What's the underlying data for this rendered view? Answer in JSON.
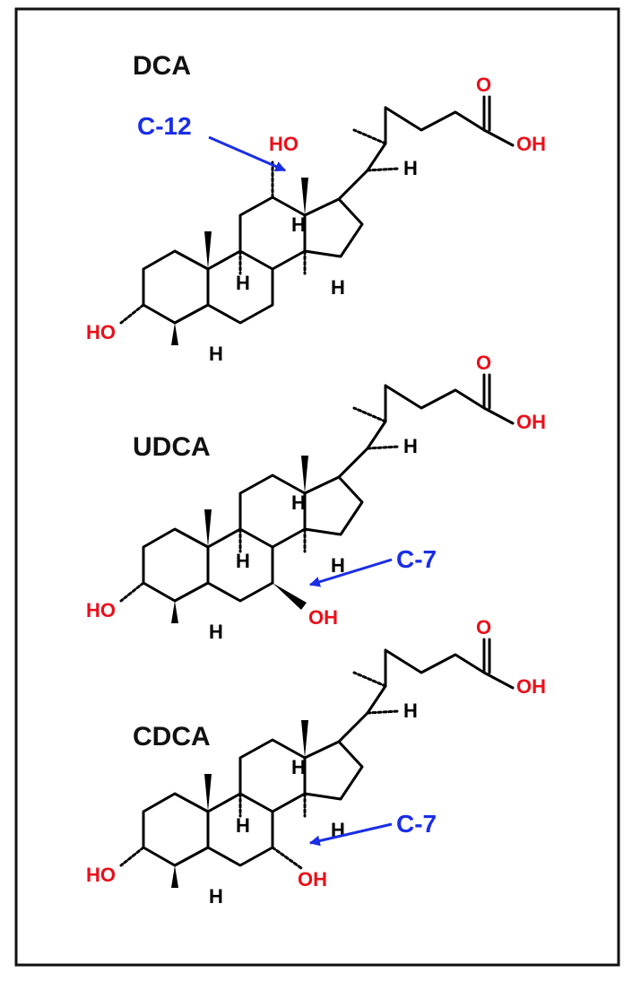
{
  "colors": {
    "heteroatom": "#e8101a",
    "callout": "#1a2ee6",
    "bond": "#000000",
    "frame": "#111111"
  },
  "molecules": [
    {
      "name": "DCA",
      "atoms": {
        "oh3": "HO",
        "oh12": "HO",
        "acid_o": "O",
        "acid_oh": "OH"
      },
      "h_labels": {
        "h5": "H",
        "h8": "H",
        "h9": "H",
        "h14": "H",
        "h17": "H"
      },
      "callout": "C-12"
    },
    {
      "name": "UDCA",
      "atoms": {
        "oh3": "HO",
        "oh7": "OH",
        "acid_o": "O",
        "acid_oh": "OH"
      },
      "h_labels": {
        "h5": "H",
        "h8": "H",
        "h9": "H",
        "h14": "H",
        "h17": "H"
      },
      "callout": "C-7"
    },
    {
      "name": "CDCA",
      "atoms": {
        "oh3": "HO",
        "oh7": "OH",
        "acid_o": "O",
        "acid_oh": "OH"
      },
      "h_labels": {
        "h5": "H",
        "h8": "H",
        "h9": "H",
        "h14": "H",
        "h17": "H"
      },
      "callout": "C-7"
    }
  ]
}
